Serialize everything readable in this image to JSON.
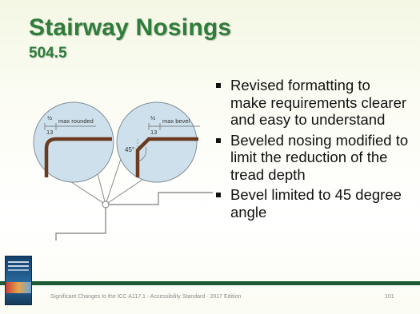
{
  "slide": {
    "title": "Stairway Nosings",
    "subtitle": "504.5"
  },
  "diagram": {
    "left_detail": {
      "dimension_fraction": "½",
      "dimension_mm": "13",
      "label": "max rounded"
    },
    "right_detail": {
      "dimension_fraction": "½",
      "dimension_mm": "13",
      "label": "max bevel",
      "angle": "45°"
    }
  },
  "bullets": [
    "Revised formatting to make requirements clearer and easy to understand",
    "Beveled nosing modified to limit the reduction of the tread depth",
    "Bevel limited to 45 degree angle"
  ],
  "footer": {
    "text": "Significant Changes to the ICC A117.1 - Accessibility Standard - 2017 Edition",
    "page_number": "101"
  },
  "colors": {
    "title": "#2e7d3a",
    "footer_bar": "#1d5a35",
    "nosing": "#6b3a1f",
    "circle_fill": "#cde0ec"
  }
}
